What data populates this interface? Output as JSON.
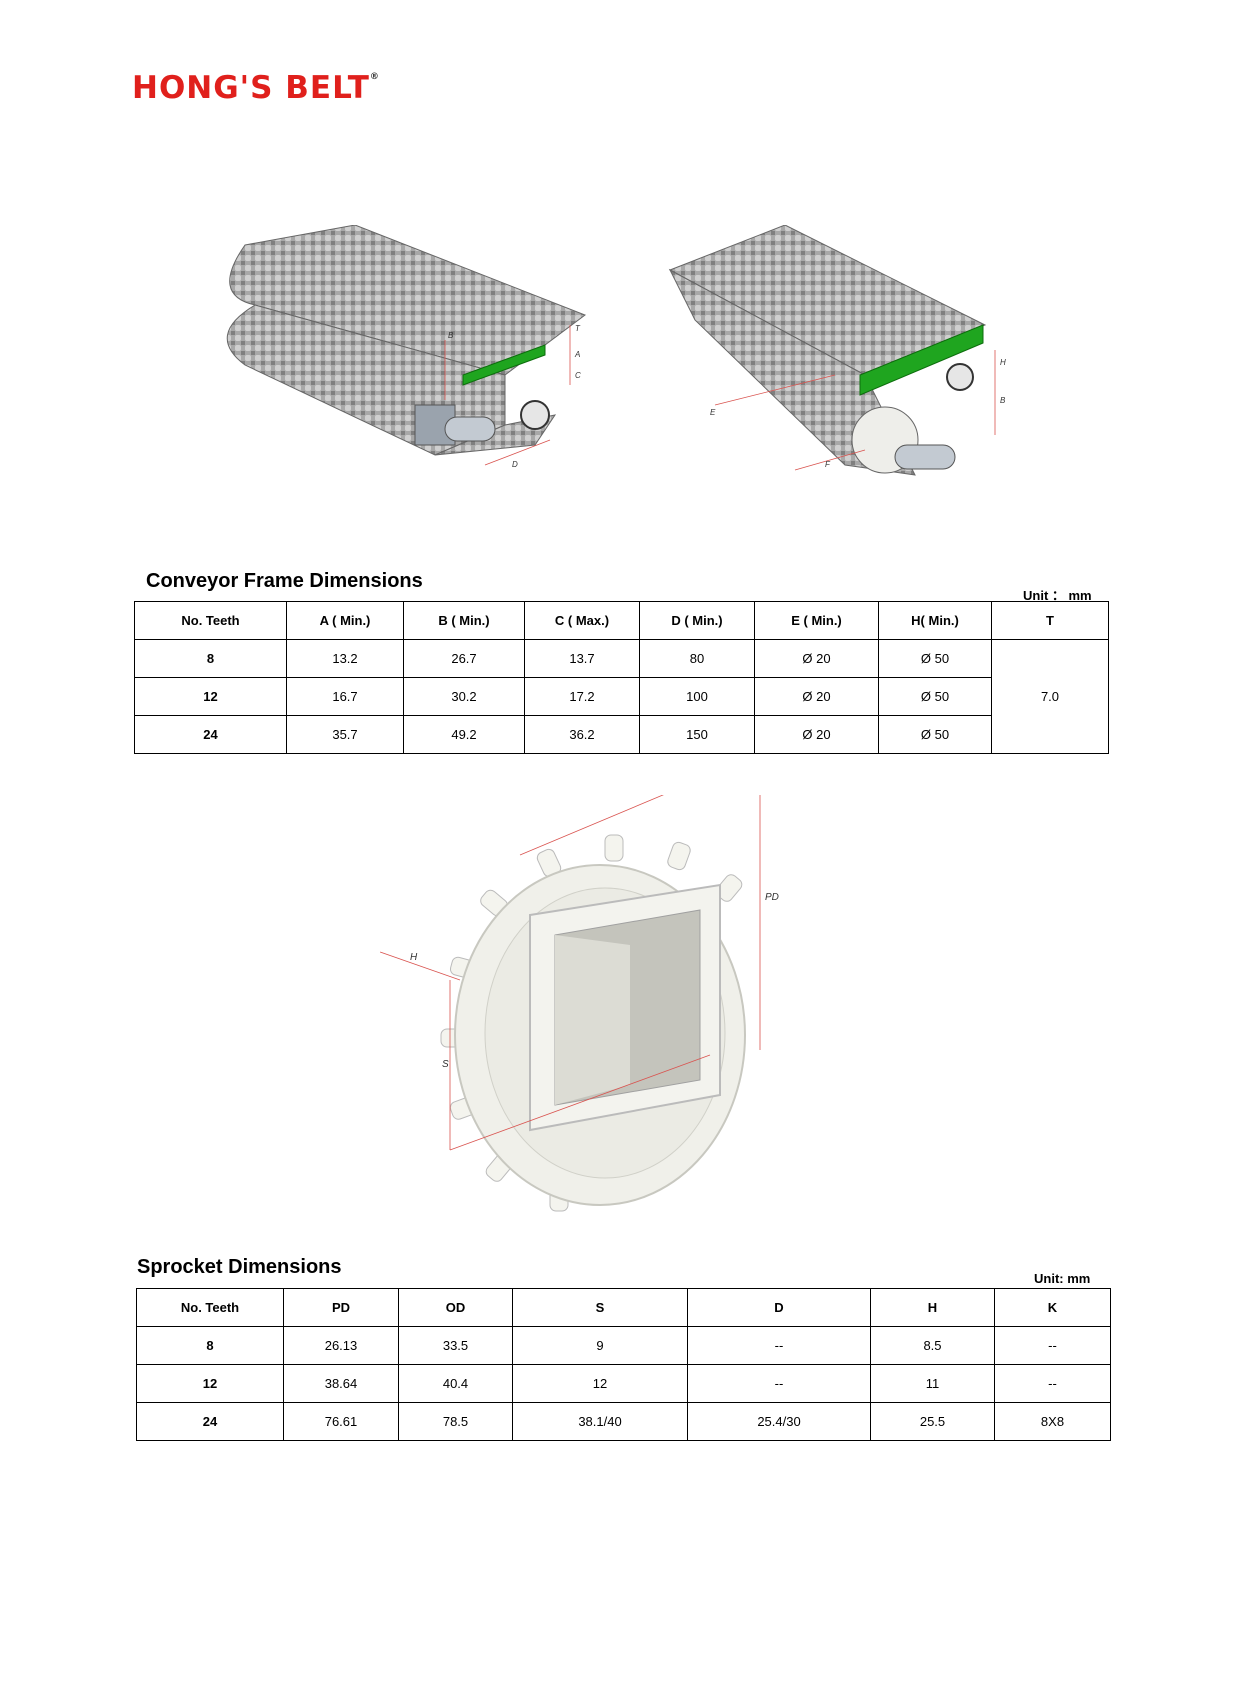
{
  "logo": {
    "text": "HONG'S BELT",
    "reg": "®"
  },
  "frame": {
    "title": "Conveyor Frame Dimensions",
    "unit": "Unit ： mm",
    "headers": [
      "No. Teeth",
      "A ( Min.)",
      "B ( Min.)",
      "C ( Max.)",
      "D ( Min.)",
      "E ( Min.)",
      "H( Min.)",
      "T"
    ],
    "rows": [
      [
        "8",
        "13.2",
        "26.7",
        "13.7",
        "80",
        "Ø 20",
        "Ø 50"
      ],
      [
        "12",
        "16.7",
        "30.2",
        "17.2",
        "100",
        "Ø 20",
        "Ø 50"
      ],
      [
        "24",
        "35.7",
        "49.2",
        "36.2",
        "150",
        "Ø 20",
        "Ø 50"
      ]
    ],
    "t_value": "7.0"
  },
  "sprocket": {
    "title": "Sprocket Dimensions",
    "unit": "Unit: mm",
    "headers": [
      "No. Teeth",
      "PD",
      "OD",
      "S",
      "D",
      "H",
      "K"
    ],
    "rows": [
      [
        "8",
        "26.13",
        "33.5",
        "9",
        "--",
        "8.5",
        "--"
      ],
      [
        "12",
        "38.64",
        "40.4",
        "12",
        "--",
        "11",
        "--"
      ],
      [
        "24",
        "76.61",
        "78.5",
        "38.1/40",
        "25.4/30",
        "25.5",
        "8X8"
      ]
    ]
  },
  "drawings": {
    "left_labels": [
      "T",
      "A",
      "C",
      "B",
      "D"
    ],
    "right_labels": [
      "H",
      "B",
      "E",
      "F"
    ],
    "sprocket_labels": [
      "PD",
      "H",
      "S"
    ]
  },
  "colors": {
    "logo": "#e0201c",
    "belt": "#9a9a9a",
    "wear_strip": "#1fa51f",
    "dim_line": "#d9534f"
  }
}
